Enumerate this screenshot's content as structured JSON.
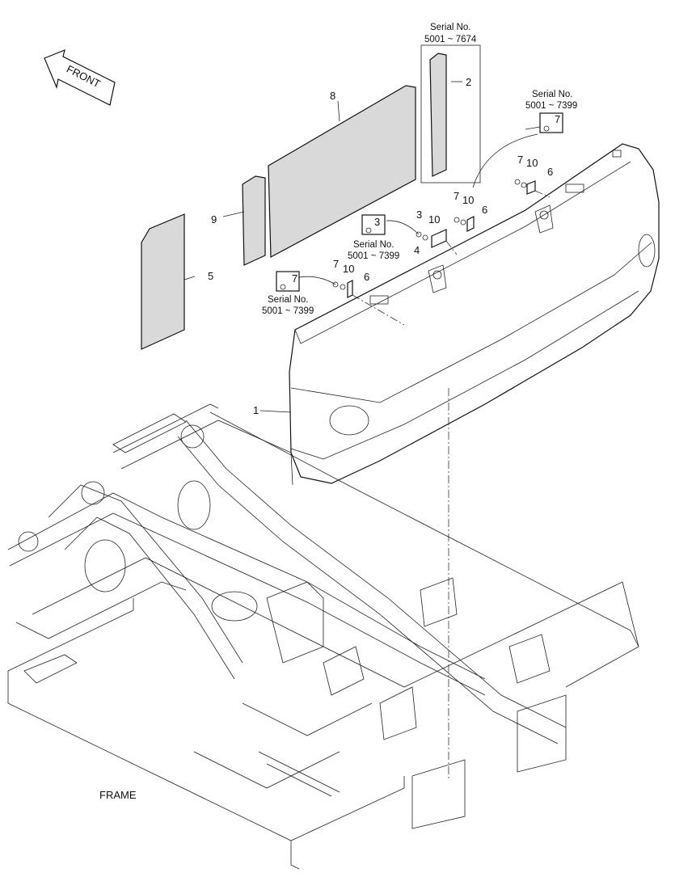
{
  "caption": "FRAME",
  "front_arrow_label": "FRONT",
  "serials": {
    "top": [
      "Serial No.",
      "5001 ~ 7674"
    ],
    "right": [
      "Serial No.",
      "5001 ~ 7399"
    ],
    "middle": [
      "Serial No.",
      "5001 ~ 7399"
    ],
    "left": [
      "Serial No.",
      "5001 ~ 7399"
    ]
  },
  "callouts": {
    "c1": "1",
    "c2": "2",
    "c3a": "3",
    "c3b": "3",
    "c4": "4",
    "c5": "5",
    "c6a": "6",
    "c6b": "6",
    "c6c": "6",
    "c7a": "7",
    "c7b": "7",
    "c7c": "7",
    "c7d": "7",
    "c7e": "7",
    "c8": "8",
    "c9": "9",
    "c10a": "10",
    "c10b": "10",
    "c10c": "10",
    "c10d": "10"
  },
  "colors": {
    "line": "#111111",
    "part_fill": "#d9d9d9",
    "background": "#ffffff"
  }
}
